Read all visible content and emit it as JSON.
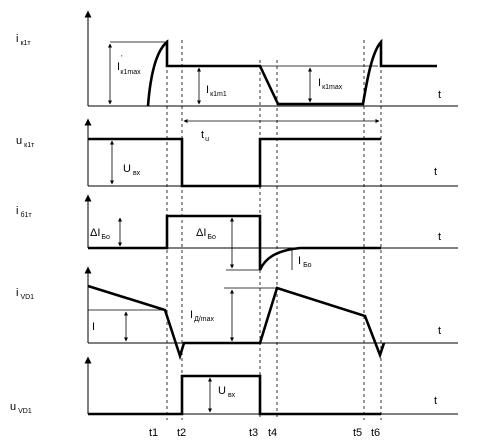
{
  "rows": [
    {
      "label_main": "i",
      "label_sub": "к1т",
      "axis_t": "t"
    },
    {
      "label_main": "u",
      "label_sub": "к1т",
      "axis_t": "t"
    },
    {
      "label_main": "i",
      "label_sub": "б1т",
      "axis_t": "t"
    },
    {
      "label_main": "i",
      "label_sub": "VD1",
      "axis_t": "t"
    },
    {
      "label_main": "u",
      "label_sub": "VD1",
      "axis_t": "t"
    }
  ],
  "annotations": {
    "ik_peak_main": "I",
    "ik_peak_prime": "'",
    "ik_peak_sub": "к1mах",
    "ik_level_main": "I",
    "ik_level_sub": "к1m1",
    "ik_right_main": "I",
    "ik_right_sub": "к1mах",
    "tu_main": "t",
    "tu_sub": "u",
    "uk_amp_main": "U",
    "uk_amp_sub": "вх",
    "ib_left_main": "ΔI",
    "ib_left_sub": "Бо",
    "ib_mid_main": "ΔI",
    "ib_mid_sub": "Бо",
    "ib_neg_main": "I",
    "ib_neg_sub": "Бо",
    "ivd_left": "I",
    "ivd_max_main": "I",
    "ivd_max_sub": "Д/max",
    "uvd_amp_main": "U",
    "uvd_amp_sub": "вх"
  },
  "time_ticks": [
    "t1",
    "t2",
    "t3",
    "t4",
    "t5",
    "t6"
  ]
}
